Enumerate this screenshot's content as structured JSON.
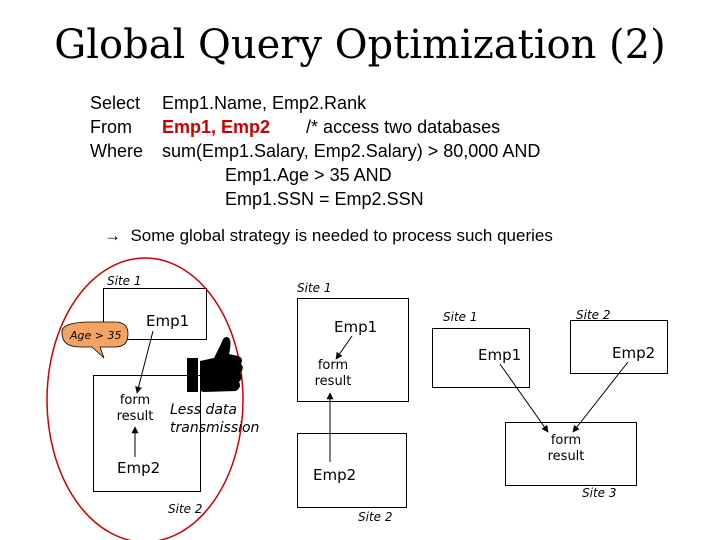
{
  "title": "Global Query Optimization (2)",
  "query": {
    "select_kw": "Select",
    "select_val": "Emp1.Name, Emp2.Rank",
    "from_kw": "From",
    "from_val": "Emp1, Emp2",
    "from_comment": "/* access two databases",
    "where_kw": "Where",
    "where_line1": "sum(Emp1.Salary, Emp2.Salary) > 80,000   AND",
    "where_line2": "Emp1.Age > 35   AND",
    "where_line3": "Emp1.SSN =  Emp2.SSN"
  },
  "bullet": {
    "arrow": "→",
    "text": "Some global strategy is needed to process such queries"
  },
  "diagram_left": {
    "site_top": "Site 1",
    "emp1": "Emp1",
    "callout": "Age > 35",
    "form_result": [
      "form",
      "result"
    ],
    "less_data": [
      "Less data",
      "transmission"
    ],
    "emp2": "Emp2",
    "site_bottom": "Site 2"
  },
  "diagram_middle": {
    "site_top": "Site 1",
    "emp1": "Emp1",
    "form_result": [
      "form",
      "result"
    ],
    "emp2": "Emp2",
    "site_bottom": "Site 2"
  },
  "diagram_right": {
    "site1": "Site 1",
    "site2": "Site 2",
    "emp1": "Emp1",
    "emp2": "Emp2",
    "form_result": [
      "form",
      "result"
    ],
    "site3": "Site 3"
  },
  "colors": {
    "highlight": "#cc0000",
    "callout_fill": "#f4a460",
    "ellipse": "#cc0000"
  }
}
